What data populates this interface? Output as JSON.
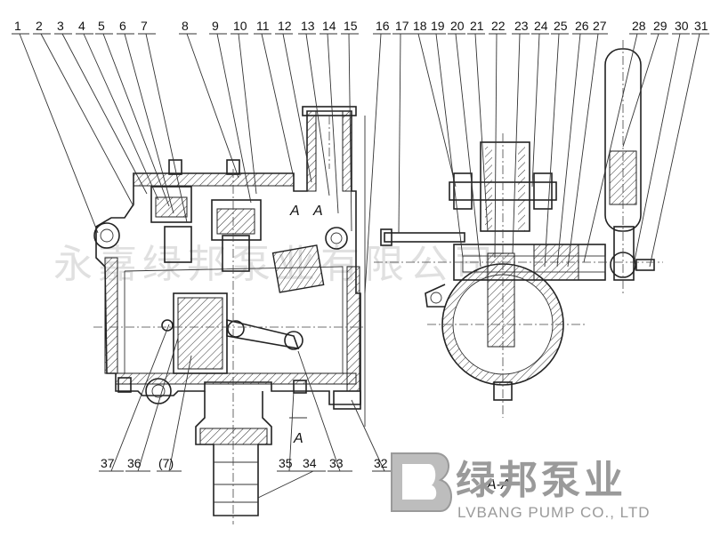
{
  "callouts_top": [
    "1",
    "2",
    "3",
    "4",
    "5",
    "6",
    "7",
    "8",
    "9",
    "10",
    "11",
    "12",
    "13",
    "14",
    "15",
    "16",
    "17",
    "18",
    "19",
    "20",
    "21",
    "22",
    "23",
    "24",
    "25",
    "26",
    "27",
    "28",
    "29",
    "30",
    "31"
  ],
  "callouts_bottom": [
    "37",
    "36",
    "(7)",
    "35",
    "34",
    "33",
    "32"
  ],
  "section_marks": {
    "top_left": "A",
    "top_right": "A",
    "bottom": "A"
  },
  "section_view_label": "A-A",
  "watermark": "永嘉绿邦泵业有限公司",
  "logo": {
    "cn": "绿邦泵业",
    "en": "LVBANG PUMP CO., LTD",
    "color": "#9a9a9a"
  }
}
